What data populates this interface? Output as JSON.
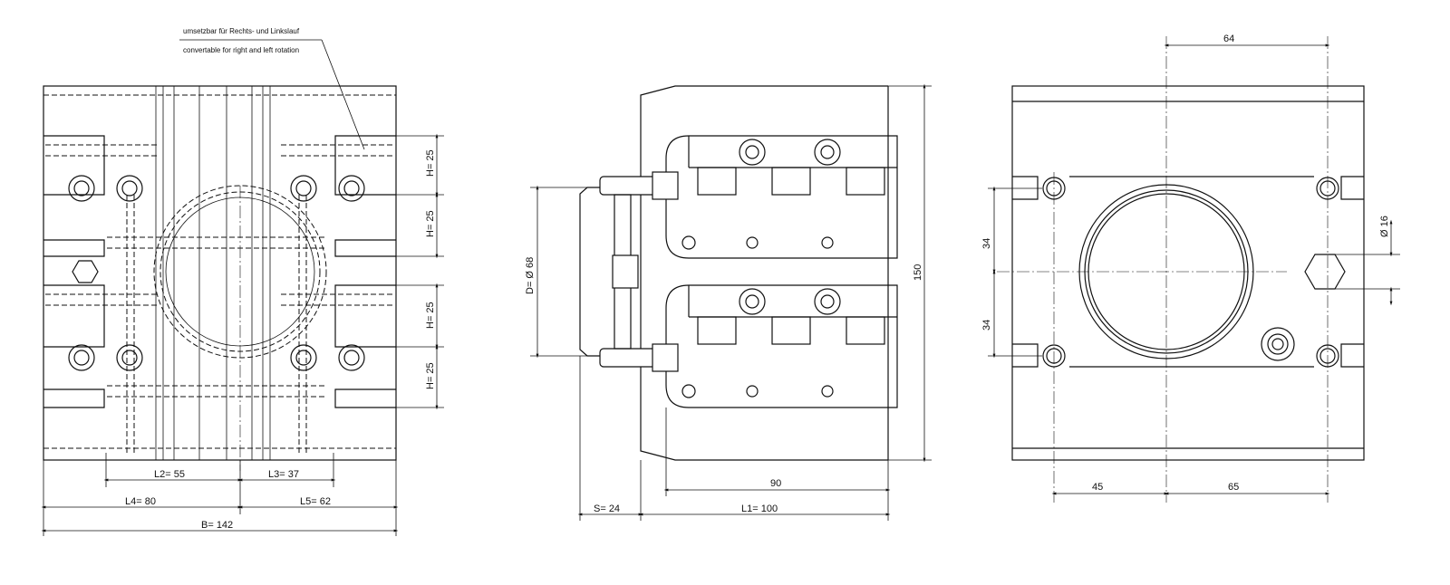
{
  "front_view": {
    "note_de": "umsetzbar für Rechts- und Linkslauf",
    "note_en": "convertable for right and left rotation",
    "h_dims": [
      "H= 25",
      "H= 25",
      "H= 25",
      "H= 25"
    ],
    "l2": "L2= 55",
    "l3": "L3= 37",
    "l4": "L4= 80",
    "l5": "L5= 62",
    "b": "B= 142"
  },
  "side_view": {
    "d": "D= Ø 68",
    "height": "150",
    "depth_plate": "90",
    "s": "S= 24",
    "l1": "L1= 100"
  },
  "rear_view": {
    "top": "64",
    "hole_dia": "Ø 16",
    "v_upper": "34",
    "v_lower": "34",
    "left": "45",
    "right": "65"
  }
}
